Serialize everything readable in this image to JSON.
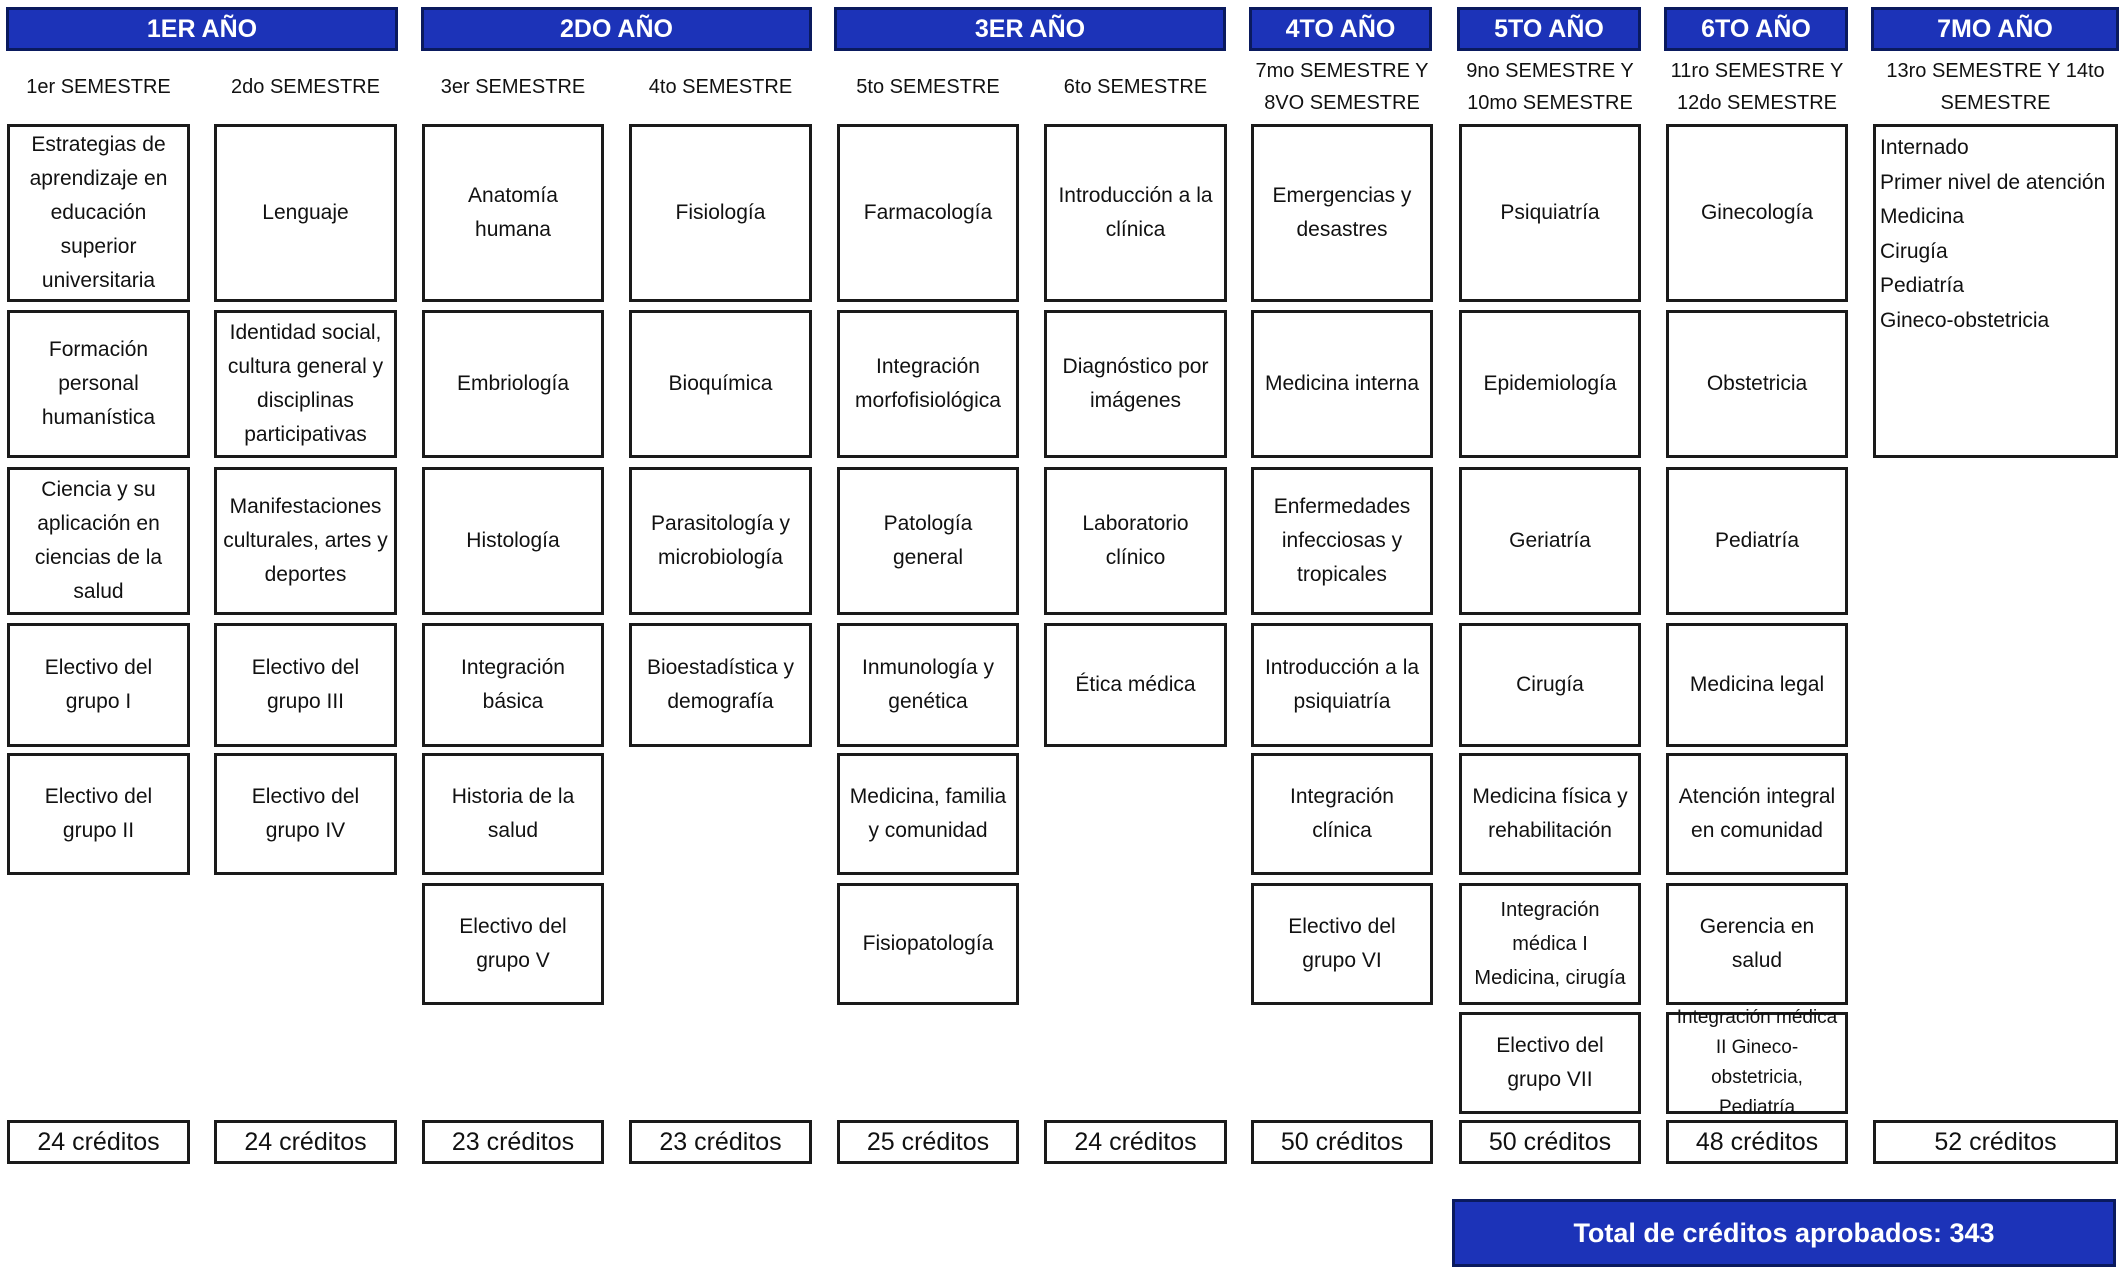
{
  "years": [
    {
      "id": "y1",
      "label": "1ER AÑO"
    },
    {
      "id": "y2",
      "label": "2DO AÑO"
    },
    {
      "id": "y3",
      "label": "3ER AÑO"
    },
    {
      "id": "y4",
      "label": "4TO AÑO"
    },
    {
      "id": "y5",
      "label": "5TO AÑO"
    },
    {
      "id": "y6",
      "label": "6TO AÑO"
    },
    {
      "id": "y7",
      "label": "7MO AÑO"
    }
  ],
  "columns": [
    {
      "semester": "1er SEMESTRE",
      "courses": [
        "Estrategias de aprendizaje en educación superior universitaria",
        "Formación personal humanística",
        "Ciencia y su aplicación en ciencias de la salud",
        "Electivo del grupo I",
        "Electivo del grupo II"
      ],
      "credits": "24 créditos"
    },
    {
      "semester": "2do SEMESTRE",
      "courses": [
        "Lenguaje",
        "Identidad social, cultura general y disciplinas participativas",
        "Manifestaciones culturales, artes y deportes",
        "Electivo del grupo III",
        "Electivo del grupo IV"
      ],
      "credits": "24 créditos"
    },
    {
      "semester": "3er SEMESTRE",
      "courses": [
        "Anatomía humana",
        "Embriología",
        "Histología",
        "Integración básica",
        "Historia de la salud",
        "Electivo del grupo V"
      ],
      "credits": "23 créditos"
    },
    {
      "semester": "4to SEMESTRE",
      "courses": [
        "Fisiología",
        "Bioquímica",
        "Parasitología y microbiología",
        "Bioestadística y demografía"
      ],
      "credits": "23 créditos"
    },
    {
      "semester": "5to SEMESTRE",
      "courses": [
        "Farmacología",
        "Integración morfofisiológica",
        "Patología general",
        "Inmunología y genética",
        "Medicina, familia y comunidad",
        "Fisiopatología"
      ],
      "credits": "25 créditos"
    },
    {
      "semester": "6to SEMESTRE",
      "courses": [
        "Introducción a la clínica",
        "Diagnóstico por imágenes",
        "Laboratorio clínico",
        "Ética médica"
      ],
      "credits": "24 créditos"
    },
    {
      "semester": "7mo SEMESTRE Y 8VO SEMESTRE",
      "courses": [
        "Emergencias y desastres",
        "Medicina interna",
        "Enfermedades infecciosas y tropicales",
        "Introducción a la psiquiatría",
        "Integración clínica",
        "Electivo del grupo VI"
      ],
      "credits": "50 créditos"
    },
    {
      "semester": "9no SEMESTRE Y 10mo SEMESTRE",
      "courses": [
        "Psiquiatría",
        "Epidemiología",
        "Geriatría",
        "Cirugía",
        "Medicina física y rehabilitación",
        "Integración médica I Medicina, cirugía",
        "Electivo del grupo VII"
      ],
      "credits": "50 créditos"
    },
    {
      "semester": "11ro SEMESTRE Y 12do SEMESTRE",
      "courses": [
        "Ginecología",
        "Obstetricia",
        "Pediatría",
        "Medicina legal",
        "Atención integral en comunidad",
        "Gerencia en salud",
        "Integración médica II Gineco-obstetricia, Pediatría"
      ],
      "credits": "48 créditos"
    },
    {
      "semester": "13ro SEMESTRE Y 14to SEMESTRE",
      "internship": [
        "Internado",
        "Primer nivel de atención",
        "Medicina",
        "Cirugía",
        "Pediatría",
        "Gineco-obstetricia"
      ],
      "credits": "52 créditos"
    }
  ],
  "total": "Total de créditos aprobados:  343",
  "colors": {
    "header_blue": "#1c33b8",
    "header_border": "#0a1a5e",
    "box_border": "#1a1a1a"
  }
}
